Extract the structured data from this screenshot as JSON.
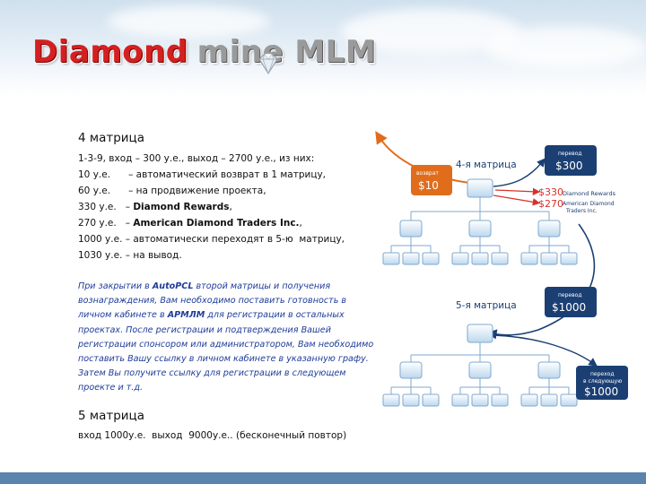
{
  "header": {
    "title_word1": "Diamond",
    "title_word2": "mine MLM"
  },
  "content": {
    "heading1": "4 матрица",
    "lines": [
      "1-3-9, вход – 300 у.е., выход – 2700 у.е., из них:",
      "10 у.е.      – автоматический возврат в 1 матрицу,",
      "60 у.е.      – на продвижение проекта,",
      "330 у.е.",
      "270 у.е.",
      "1000 у.е. – автоматически переходят в 5-ю  матрицу,",
      "1030 у.е. – на вывод."
    ],
    "line330_rest": "   – ",
    "line330_bold": "Diamond Rewards",
    "line330_end": ",",
    "line270_rest": "   – ",
    "line270_bold": "American Diamond Traders Inc.",
    "line270_end": ",",
    "para_1": "При закрытии в ",
    "para_bold1": "AutoPCL",
    "para_2": " второй матрицы и получения вознаграждения, Вам необходимо поставить готовность в личном кабинете в ",
    "para_bold2": "АРМЛМ",
    "para_3": " для регистрации в остальных проектах. После регистрации и подтверждения Вашей регистрации спонсором или администратором, Вам необходимо поставить Вашу ссылку в личном кабинете в указанную графу. Затем Вы получите ссылку для регистрации в следующем проекте и т.д.",
    "heading2": "5 матрица",
    "line5": "вход 1000у.е.  выход  9000у.е.. (бесконечный повтор)"
  },
  "diagram": {
    "matrix4_label": "4-я матрица",
    "matrix5_label": "5-я матрица",
    "return_small": "возврат",
    "return_amount": "$10",
    "out1_small": "перевод",
    "out1_amount": "$300",
    "dr_amount": "$330",
    "dr_label": "Diamond Rewards",
    "adt_amount": "$270",
    "adt_label1": "American Diamond",
    "adt_label2": "Traders Inc.",
    "out2_small": "перевод",
    "out2_amount": "$1000",
    "out3_small1": "переход",
    "out3_small2": "в следующую",
    "out3_amount": "$1000",
    "colors": {
      "navy": "#1b3f73",
      "orange": "#e06d1c",
      "red": "#d8312a",
      "node": "#cfe3f3",
      "node_border": "#7fa9cf"
    }
  }
}
